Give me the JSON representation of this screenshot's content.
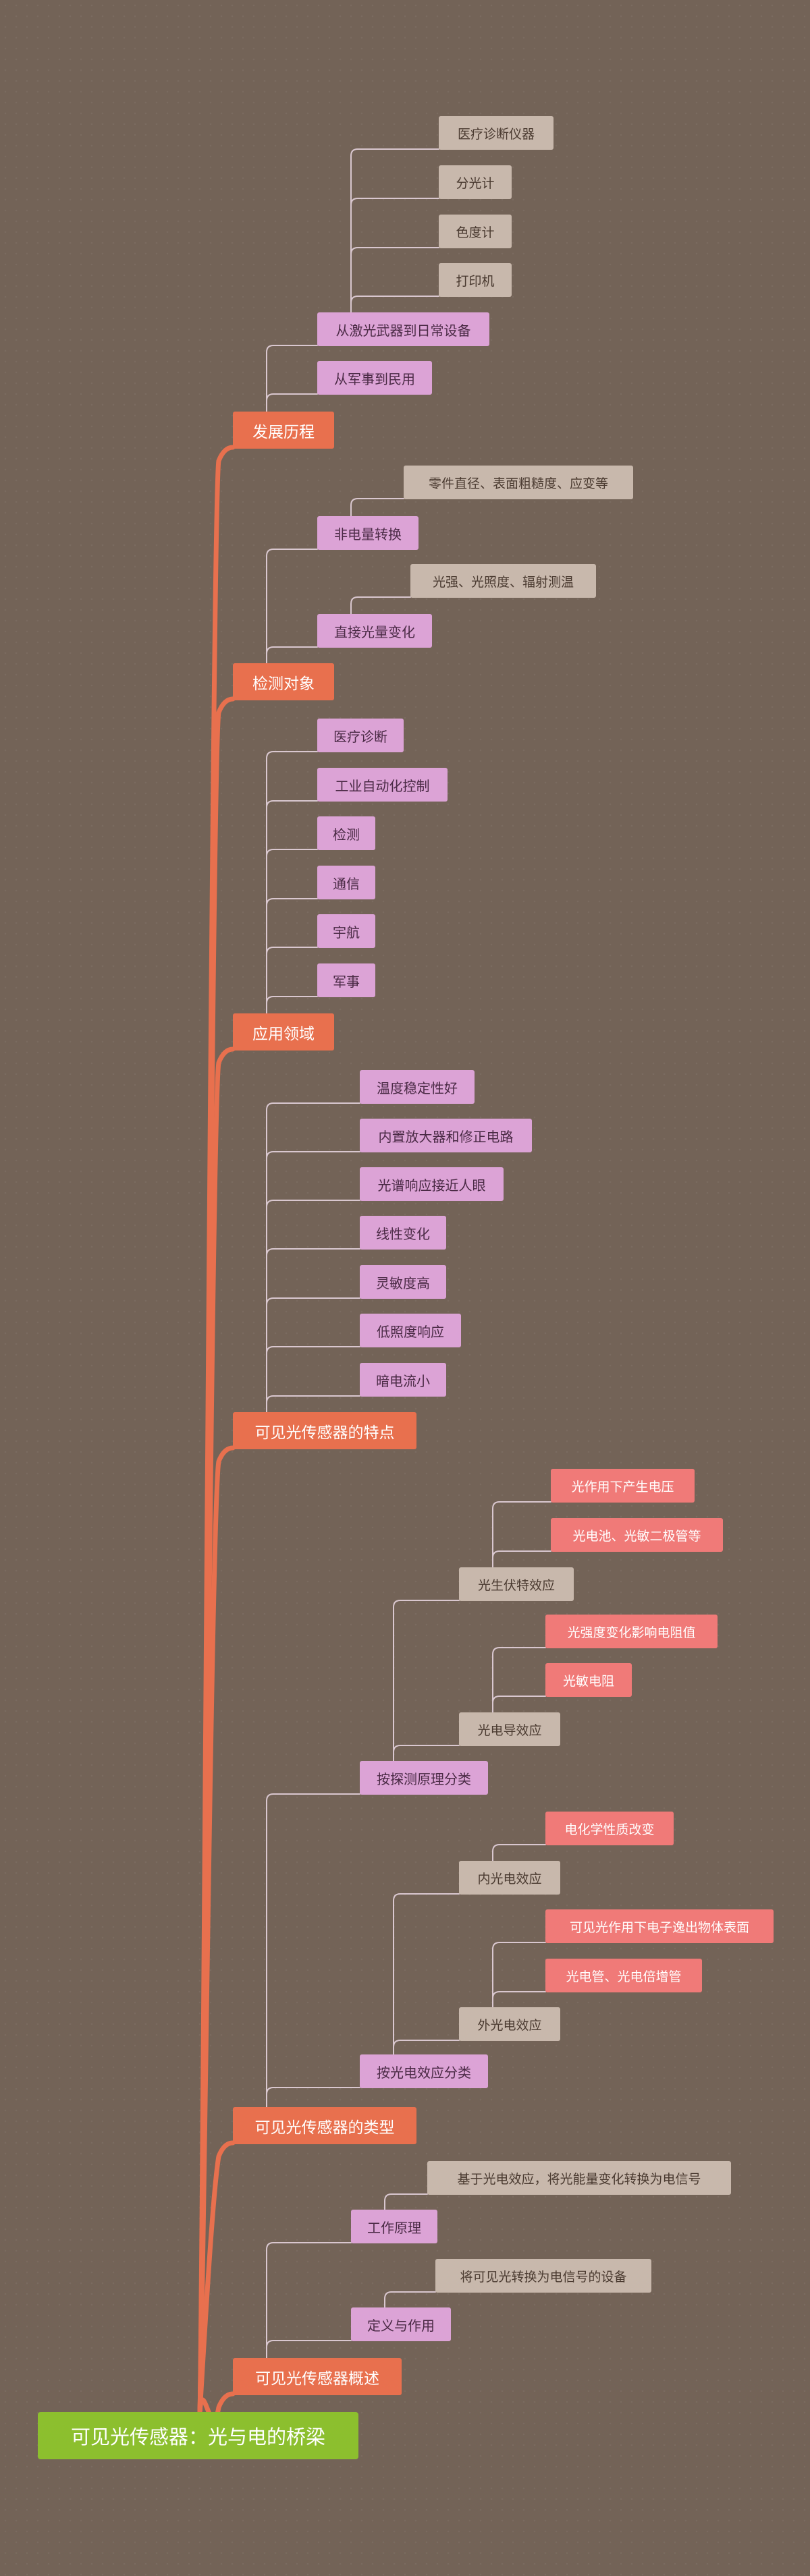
{
  "mindmap": {
    "root": "可见光传感器：光与电的桥梁",
    "branches": [
      {
        "label": "发展历程",
        "children": [
          {
            "label": "从激光武器到日常设备",
            "children": [
              {
                "label": "医疗诊断仪器"
              },
              {
                "label": "分光计"
              },
              {
                "label": "色度计"
              },
              {
                "label": "打印机"
              }
            ]
          },
          {
            "label": "从军事到民用"
          }
        ]
      },
      {
        "label": "检测对象",
        "children": [
          {
            "label": "非电量转换",
            "children": [
              {
                "label": "零件直径、表面粗糙度、应变等"
              }
            ]
          },
          {
            "label": "直接光量变化",
            "children": [
              {
                "label": "光强、光照度、辐射测温"
              }
            ]
          }
        ]
      },
      {
        "label": "应用领域",
        "children": [
          {
            "label": "医疗诊断"
          },
          {
            "label": "工业自动化控制"
          },
          {
            "label": "检测"
          },
          {
            "label": "通信"
          },
          {
            "label": "宇航"
          },
          {
            "label": "军事"
          }
        ]
      },
      {
        "label": "可见光传感器的特点",
        "children": [
          {
            "label": "温度稳定性好"
          },
          {
            "label": "内置放大器和修正电路"
          },
          {
            "label": "光谱响应接近人眼"
          },
          {
            "label": "线性变化"
          },
          {
            "label": "灵敏度高"
          },
          {
            "label": "低照度响应"
          },
          {
            "label": "暗电流小"
          }
        ]
      },
      {
        "label": "可见光传感器的类型",
        "children": [
          {
            "label": "按探测原理分类",
            "children": [
              {
                "label": "光生伏特效应",
                "children": [
                  {
                    "label": "光作用下产生电压"
                  },
                  {
                    "label": "光电池、光敏二极管等"
                  }
                ]
              },
              {
                "label": "光电导效应",
                "children": [
                  {
                    "label": "光强度变化影响电阻值"
                  },
                  {
                    "label": "光敏电阻"
                  }
                ]
              }
            ]
          },
          {
            "label": "按光电效应分类",
            "children": [
              {
                "label": "内光电效应",
                "children": [
                  {
                    "label": "电化学性质改变"
                  }
                ]
              },
              {
                "label": "外光电效应",
                "children": [
                  {
                    "label": "可见光作用下电子逸出物体表面"
                  },
                  {
                    "label": "光电管、光电倍增管"
                  }
                ]
              }
            ]
          }
        ]
      },
      {
        "label": "可见光传感器概述",
        "children": [
          {
            "label": "工作原理",
            "children": [
              {
                "label": "基于光电效应，将光能量变化转换为电信号"
              }
            ]
          },
          {
            "label": "定义与作用",
            "children": [
              {
                "label": "将可见光转换为电信号的设备"
              }
            ]
          }
        ]
      }
    ]
  },
  "colors": {
    "background": "#736357",
    "root": "#8cbf2e",
    "branch": "#e8704e",
    "sub": "#dca3d6",
    "leaf": "#c8b8ac",
    "highlight_leaf": "#f07a78",
    "connector_main": "#e8704e",
    "connector_sub": "#d9c7cf"
  }
}
